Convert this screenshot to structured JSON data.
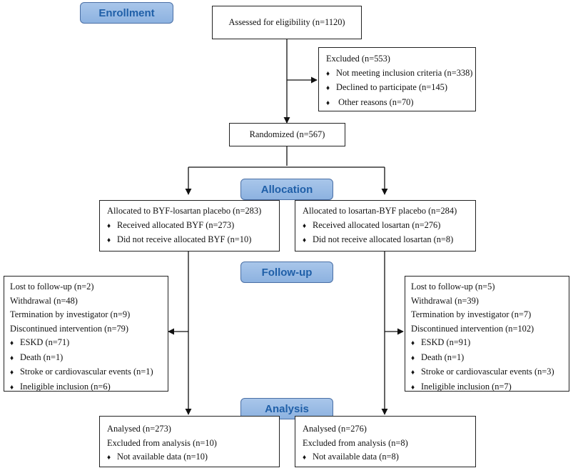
{
  "stages": {
    "enrollment": "Enrollment",
    "allocation": "Allocation",
    "followup": "Follow-up",
    "analysis": "Analysis"
  },
  "assessed": "Assessed for eligibility (n=1120)",
  "excluded": {
    "title": "Excluded  (n=553)",
    "items": [
      "Not meeting inclusion criteria (n=338)",
      "Declined to participate (n=145)",
      " Other reasons (n=70)"
    ]
  },
  "randomized": "Randomized (n=567)",
  "allocation": {
    "left": {
      "title": "Allocated to BYF-losartan placebo (n=283)",
      "items": [
        "Received allocated BYF (n=273)",
        "Did not receive allocated BYF (n=10)"
      ]
    },
    "right": {
      "title": "Allocated to losartan-BYF placebo (n=284)",
      "items": [
        "Received allocated losartan (n=276)",
        "Did not receive allocated losartan (n=8)"
      ]
    }
  },
  "followup": {
    "left": {
      "lines": [
        "Lost to follow-up (n=2)",
        "Withdrawal (n=48)",
        "Termination by investigator (n=9)",
        "Discontinued intervention (n=79)"
      ],
      "items": [
        "ESKD (n=71)",
        "Death (n=1)",
        "Stroke or cardiovascular events (n=1)",
        "Ineligible inclusion (n=6)"
      ]
    },
    "right": {
      "lines": [
        "Lost to follow-up (n=5)",
        "Withdrawal (n=39)",
        "Termination by investigator (n=7)",
        "Discontinued intervention (n=102)"
      ],
      "items": [
        "ESKD (n=91)",
        "Death (n=1)",
        "Stroke or cardiovascular events (n=3)",
        "Ineligible inclusion (n=7)"
      ]
    }
  },
  "analysis": {
    "left": {
      "lines": [
        "Analysed  (n=273)",
        "Excluded from analysis (n=10)"
      ],
      "items": [
        "Not available data (n=10)"
      ]
    },
    "right": {
      "lines": [
        "Analysed  (n=276)",
        "Excluded from analysis (n=8)"
      ],
      "items": [
        "Not available data (n=8)"
      ]
    }
  },
  "bullet": "♦"
}
